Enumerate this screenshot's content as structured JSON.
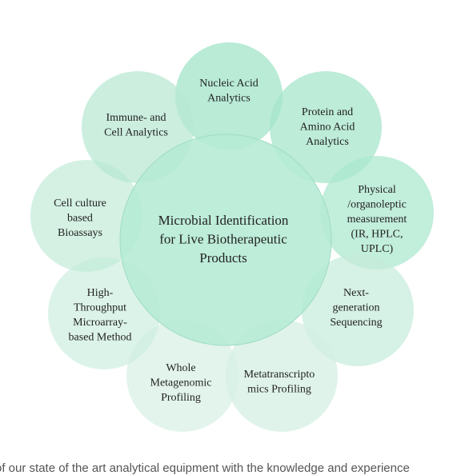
{
  "diagram": {
    "center": {
      "lines": [
        "Microbial Identification",
        "for Live Biotherapeutic",
        "Products"
      ],
      "fill": "#b5ead5",
      "stroke": "#9fdcc2"
    },
    "satellites": [
      {
        "id": "nucleic-acid-analytics",
        "lines": [
          "Nucleic Acid",
          "Analytics"
        ],
        "fill": "#9ee3c8"
      },
      {
        "id": "protein-amino-acid-analytics",
        "lines": [
          "Protein and",
          "Amino Acid",
          "Analytics"
        ],
        "fill": "#a4e5cb"
      },
      {
        "id": "physical-organoleptic-measurement",
        "lines": [
          "Physical",
          "/organoleptic",
          "measurement",
          "(IR, HPLC,",
          "UPLC)"
        ],
        "fill": "#abe7cf"
      },
      {
        "id": "next-generation-sequencing",
        "lines": [
          "Next-",
          "generation",
          "Sequencing"
        ],
        "fill": "#c6ecdb"
      },
      {
        "id": "metatranscriptomics-profiling",
        "lines": [
          "Metatranscripto",
          "mics Profiling"
        ],
        "fill": "#d2efe2"
      },
      {
        "id": "whole-metagenomic-profiling",
        "lines": [
          "Whole",
          "Metagenomic",
          "Profiling"
        ],
        "fill": "#d7f0e5"
      },
      {
        "id": "high-throughput-microarray",
        "lines": [
          "High-",
          "Throughput",
          "Microarray-",
          "based Method"
        ],
        "fill": "#cfeee0"
      },
      {
        "id": "cell-culture-bioassays",
        "lines": [
          "Cell culture",
          "based",
          "Bioassays"
        ],
        "fill": "#c4ebda"
      },
      {
        "id": "immune-cell-analytics",
        "lines": [
          "Immune- and",
          "Cell Analytics"
        ],
        "fill": "#b7e8d2"
      }
    ]
  },
  "caption": {
    "text": "of our state of the art analytical equipment with the knowledge and experience"
  }
}
